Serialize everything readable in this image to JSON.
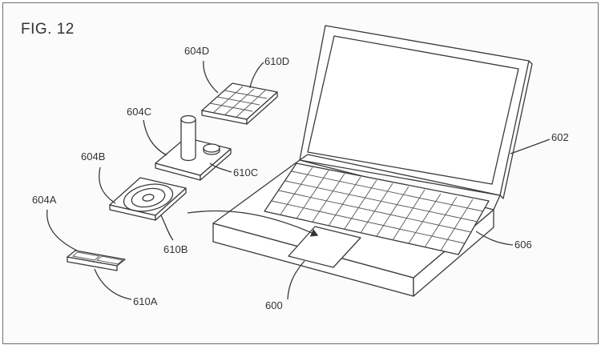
{
  "figure": {
    "title": "FIG. 12",
    "labels": {
      "laptop": "602",
      "trackpad": "600",
      "base": "606",
      "device_a": "604A",
      "surface_a": "610A",
      "device_b": "604B",
      "surface_b": "610B",
      "device_c": "604C",
      "surface_c": "610C",
      "device_d": "604D",
      "surface_d": "610D"
    }
  }
}
